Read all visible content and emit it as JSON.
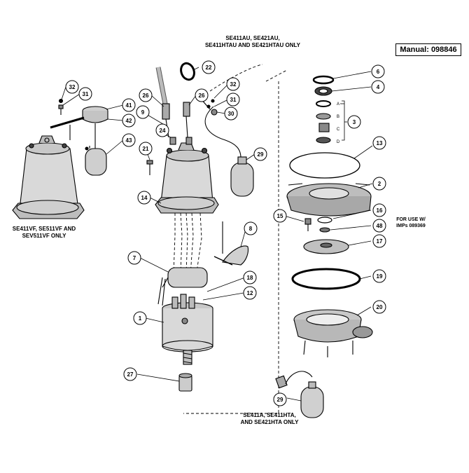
{
  "manual_label": "Manual: 098846",
  "notes": {
    "top": "SE411AU, SE421AU,\nSE411HTAU AND SE421HTAU ONLY",
    "left": "SE411VF, SE511VF AND\nSEV511VF ONLY",
    "right": "FOR USE W/\nIMPs 089369",
    "bottom": "SE411A, SE411HTA,\nAND SE421HTA ONLY"
  },
  "callouts": {
    "c1": "1",
    "c2": "2",
    "c3": "3",
    "c4": "4",
    "c6": "6",
    "c7": "7",
    "c8": "8",
    "c9": "9",
    "c12": "12",
    "c13": "13",
    "c14": "14",
    "c15": "15",
    "c16": "16",
    "c17": "17",
    "c18": "18",
    "c19": "19",
    "c20": "20",
    "c21": "21",
    "c22": "22",
    "c24": "24",
    "c26a": "26",
    "c26b": "26",
    "c27": "27",
    "c29a": "29",
    "c29b": "29",
    "c30": "30",
    "c31a": "31",
    "c31b": "31",
    "c32a": "32",
    "c32b": "32",
    "c41": "41",
    "c42": "42",
    "c43": "43",
    "c48": "48"
  },
  "seal_letters": [
    "A",
    "B",
    "C",
    "D"
  ]
}
